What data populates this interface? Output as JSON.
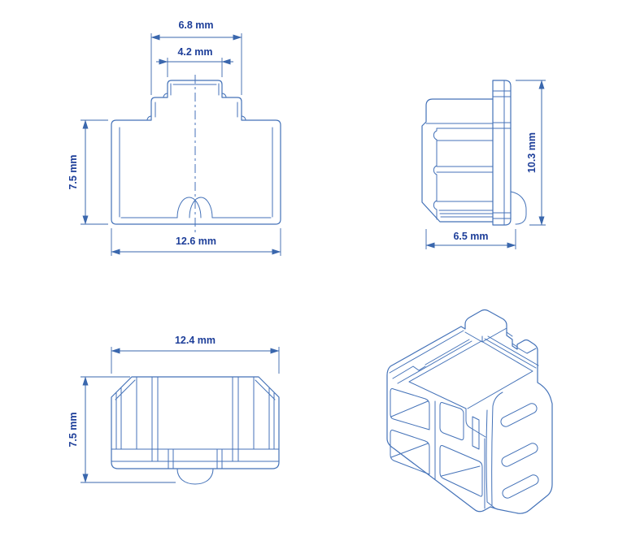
{
  "app": {
    "background": "#ffffff"
  },
  "colors": {
    "background": "#ffffff",
    "line": "#4472b8",
    "dimension": "#3a67ad",
    "text": "#1d3e99"
  },
  "views": {
    "front": {
      "label_width_outer": "6.8 mm",
      "label_width_inner": "4.2 mm",
      "label_height": "7.5 mm",
      "label_width": "12.6 mm"
    },
    "side": {
      "label_height": "10.3 mm",
      "label_depth": "6.5 mm"
    },
    "top": {
      "label_width": "12.4 mm",
      "label_height": "7.5 mm"
    },
    "isometric": {}
  }
}
